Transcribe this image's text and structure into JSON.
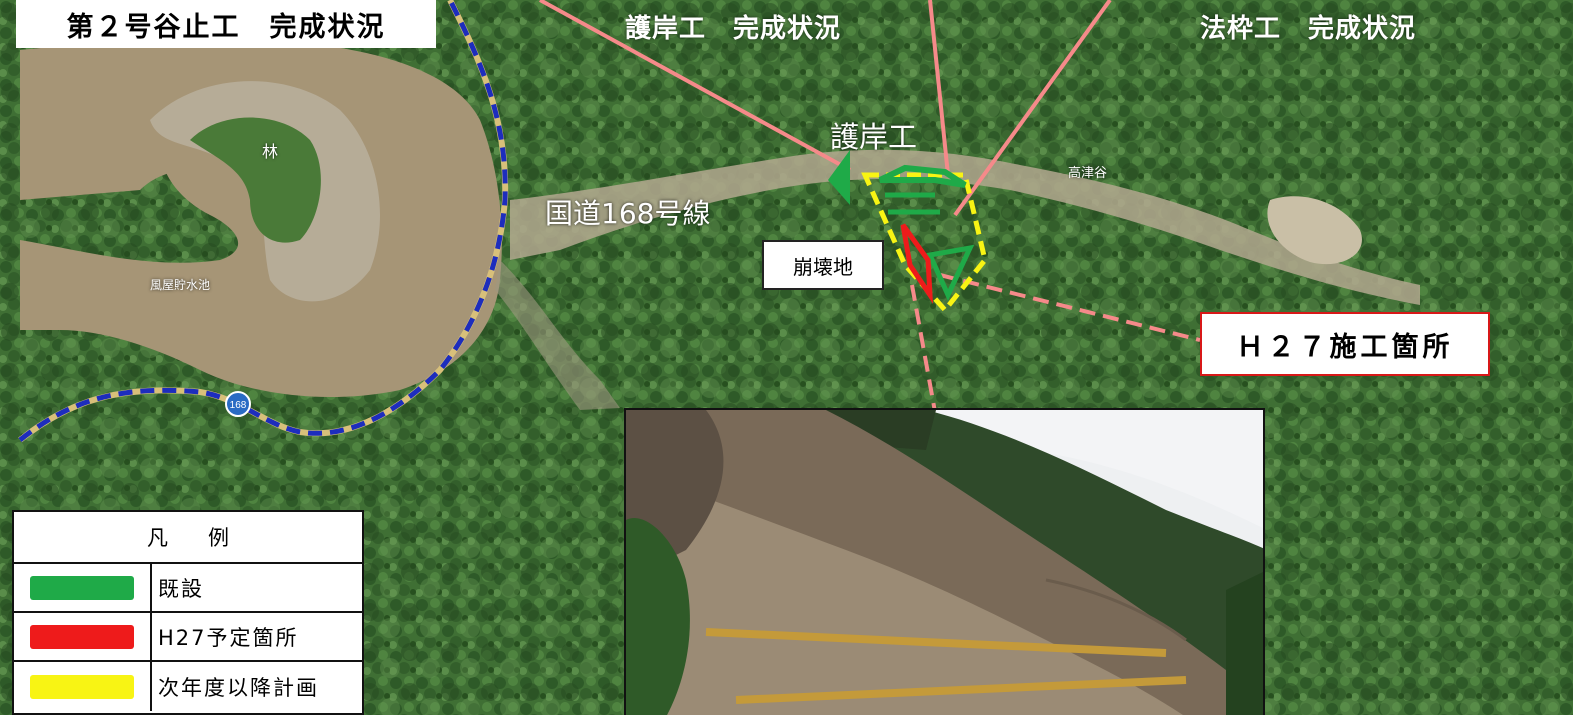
{
  "titles": {
    "left": "第２号谷止工　完成状況",
    "center": "護岸工　完成状況",
    "right": "法枠工　完成状況"
  },
  "map_labels": {
    "road": "国道168号線",
    "revetment": "護岸工",
    "valley": "高津谷",
    "forest": "林",
    "pond": "風屋貯水池",
    "route_shield": "168"
  },
  "boxes": {
    "collapse": "崩壊地",
    "site": "Ｈ２７施工箇所"
  },
  "legend": {
    "header": "凡例",
    "items": [
      {
        "label": "既設",
        "color": "#1faa48"
      },
      {
        "label": "H27予定箇所",
        "color": "#ee1b1b"
      },
      {
        "label": "次年度以降計画",
        "color": "#f8f414"
      }
    ]
  },
  "colors": {
    "leader_line": "#f58a8a",
    "route_border": "#1d2dbd",
    "existing": "#1faa48",
    "planned_h27": "#ee1b1b",
    "future": "#f8f414",
    "site_box_border": "#d81818"
  }
}
